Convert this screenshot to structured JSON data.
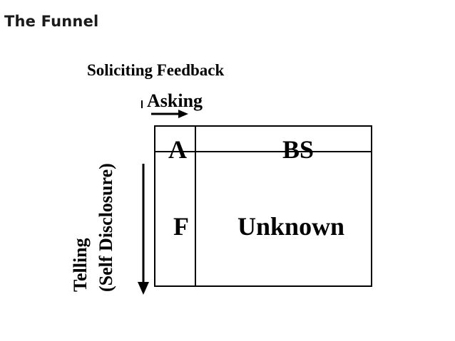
{
  "slide": {
    "title": "The Funnel"
  },
  "diagram": {
    "top_label": "Soliciting Feedback",
    "asking_label": "Asking",
    "side_label_line1": "Telling",
    "side_label_line2": "(Self Disclosure)",
    "cells": {
      "top_left": "A",
      "top_right": "BS",
      "bottom_left": "F",
      "bottom_right": "Unknown"
    }
  }
}
